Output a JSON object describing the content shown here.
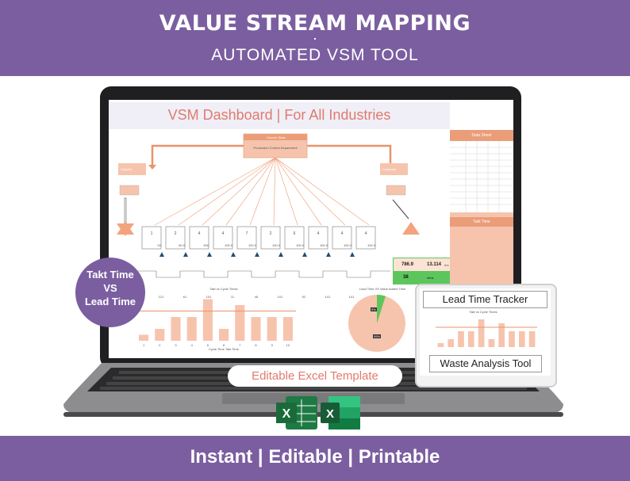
{
  "header": {
    "title": "VALUE STREAM MAPPING",
    "subtitle": "AUTOMATED VSM TOOL"
  },
  "footer": {
    "tagline": "Instant | Editable | Printable"
  },
  "dashboard": {
    "title": "VSM Dashboard | For All Industries",
    "current_state": "Current State",
    "production_control": "Production Control Department",
    "supplier": "Supplier",
    "customer": "Customer",
    "process_numbers": [
      "1",
      "2",
      "4",
      "4",
      "7",
      "2",
      "6",
      "4",
      "4",
      "4"
    ],
    "process_values": [
      "00",
      "60.0",
      "300",
      "100.0",
      "100.0",
      "100.0",
      "100.0",
      "100.0",
      "100.0",
      "100.0"
    ],
    "timeline_values": [
      "121",
      "61",
      "101",
      "11",
      "46",
      "101",
      "92",
      "141",
      "141",
      "101.0"
    ],
    "summary_a": "786.9",
    "summary_b": "13.114",
    "summary_a_unit": "",
    "summary_b_unit": "hrs",
    "summary_c": "38",
    "summary_c_unit": "mins",
    "data_sheet": "Data Sheet",
    "takt_time": "Takt Time",
    "chart1_title": "Takt vs Cycle Times",
    "chart1_legend": "Cycle Time   Takt Time",
    "chart2_title": "Lead Time VS Value Added Time",
    "pie_small": "5%",
    "pie_big": "95%"
  },
  "badge": {
    "line1": "Takt Time",
    "line2": "VS",
    "line3": "Lead Time"
  },
  "pill_label": "Editable Excel Template",
  "tablet": {
    "title": "Lead Time Tracker",
    "chart_title": "Takt vs Cycle Times",
    "bottom": "Waste Analysis Tool"
  },
  "chart_data": {
    "type": "bar",
    "title": "Takt vs Cycle Times",
    "categories": [
      "1",
      "2",
      "3",
      "4",
      "5",
      "6",
      "7",
      "8",
      "9",
      "10"
    ],
    "series": [
      {
        "name": "Cycle Time",
        "values": [
          1,
          2,
          4,
          4,
          7,
          2,
          6,
          4,
          4,
          4
        ]
      },
      {
        "name": "Takt Time",
        "values": [
          5,
          5,
          5,
          5,
          5,
          5,
          5,
          5,
          5,
          5
        ]
      }
    ],
    "ylim": [
      0,
      8
    ],
    "legend": "bottom"
  },
  "colors": {
    "purple": "#7b5ea0",
    "salmon": "#f4b8a0",
    "orange": "#f39a6b",
    "green": "#5cc65c"
  }
}
